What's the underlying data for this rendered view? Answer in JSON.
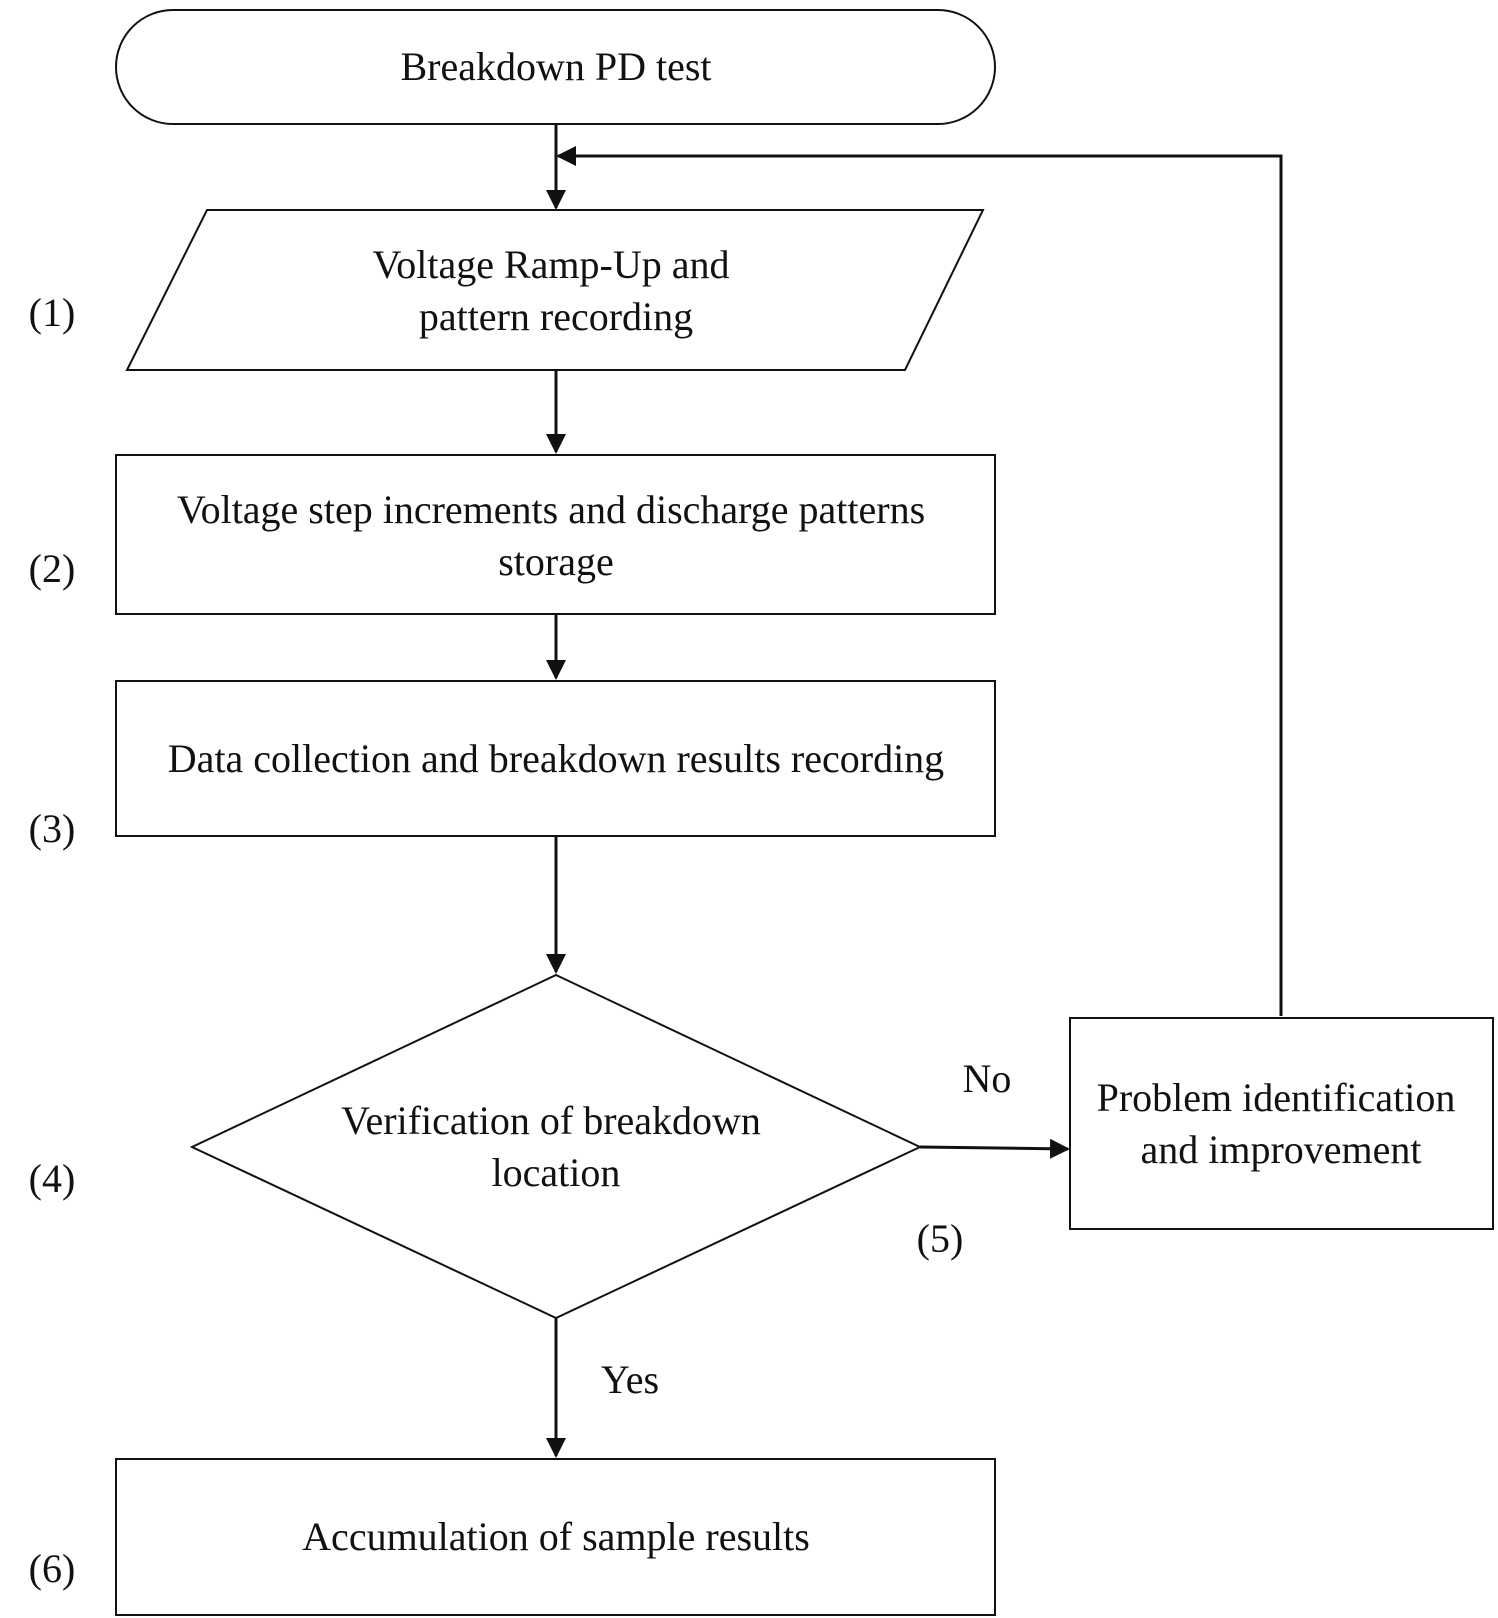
{
  "nodes": {
    "start": {
      "label": "Breakdown PD test"
    },
    "step1": {
      "lines": [
        "Voltage Ramp-Up and",
        "pattern recording"
      ]
    },
    "step2": {
      "lines": [
        "Voltage step increments and discharge patterns",
        "storage"
      ]
    },
    "step3": {
      "label": "Data collection and breakdown results recording"
    },
    "decision": {
      "lines": [
        "Verification of breakdown",
        "location"
      ]
    },
    "problem": {
      "lines": [
        "Problem identification",
        "and improvement"
      ]
    },
    "step6": {
      "label": "Accumulation of sample results"
    }
  },
  "step_numbers": {
    "s1": "(1)",
    "s2": "(2)",
    "s3": "(3)",
    "s4": "(4)",
    "s5": "(5)",
    "s6": "(6)"
  },
  "edge_labels": {
    "no": "No",
    "yes": "Yes"
  }
}
